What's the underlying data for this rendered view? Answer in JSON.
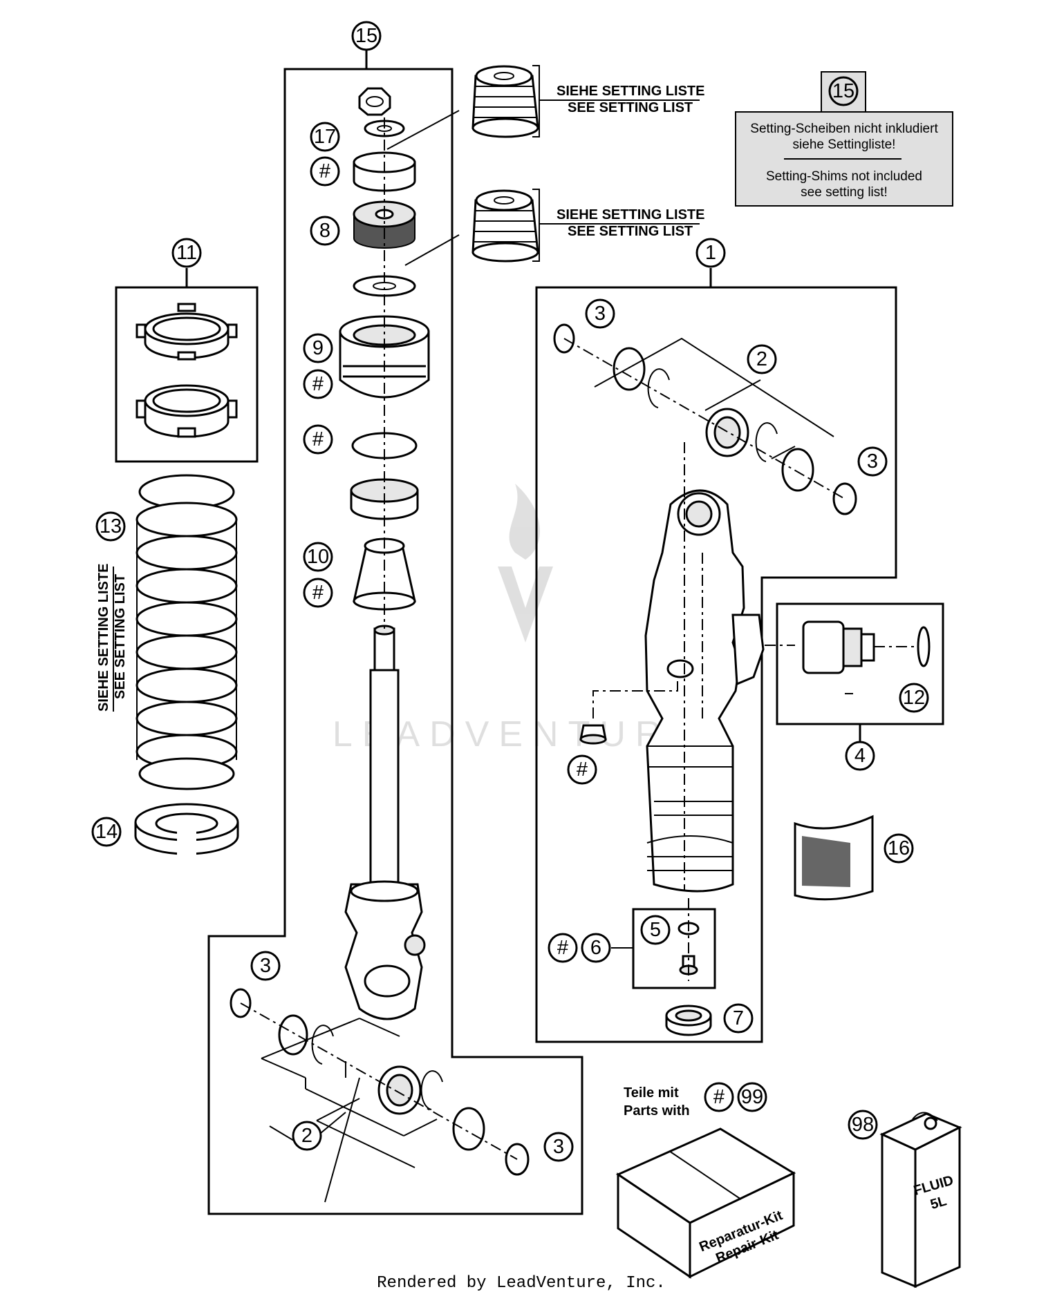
{
  "callouts": [
    {
      "id": "c15-top",
      "text": "15"
    },
    {
      "id": "c17",
      "text": "17"
    },
    {
      "id": "c-hash-17",
      "text": "#"
    },
    {
      "id": "c8",
      "text": "8"
    },
    {
      "id": "c9",
      "text": "9"
    },
    {
      "id": "c-hash-9",
      "text": "#"
    },
    {
      "id": "c-hash-ring",
      "text": "#"
    },
    {
      "id": "c10",
      "text": "10"
    },
    {
      "id": "c-hash-10",
      "text": "#"
    },
    {
      "id": "c11",
      "text": "11"
    },
    {
      "id": "c13",
      "text": "13"
    },
    {
      "id": "c14",
      "text": "14"
    },
    {
      "id": "c1",
      "text": "1"
    },
    {
      "id": "c3-a",
      "text": "3"
    },
    {
      "id": "c2-a",
      "text": "2"
    },
    {
      "id": "c3-b",
      "text": "3"
    },
    {
      "id": "c12",
      "text": "12"
    },
    {
      "id": "c4",
      "text": "4"
    },
    {
      "id": "c-hash-valve",
      "text": "#"
    },
    {
      "id": "c16",
      "text": "16"
    },
    {
      "id": "c5",
      "text": "5"
    },
    {
      "id": "c-hash-6",
      "text": "#"
    },
    {
      "id": "c6",
      "text": "6"
    },
    {
      "id": "c7",
      "text": "7"
    },
    {
      "id": "c3-c",
      "text": "3"
    },
    {
      "id": "c2-b",
      "text": "2"
    },
    {
      "id": "c3-d",
      "text": "3"
    },
    {
      "id": "c-hash-99",
      "text": "#"
    },
    {
      "id": "c99",
      "text": "99"
    },
    {
      "id": "c98",
      "text": "98"
    }
  ],
  "labels": {
    "setting_de_1": "SIEHE SETTING LISTE",
    "setting_en_1": "SEE SETTING LIST",
    "setting_de_2": "SIEHE SETTING LISTE",
    "setting_en_2": "SEE SETTING LIST",
    "spring_de": "SIEHE SETTING LISTE",
    "spring_en": "SEE SETTING LIST",
    "parts_de": "Teile mit",
    "parts_en": "Parts with"
  },
  "note_box": {
    "callout": "15",
    "line_de_1": "Setting-Scheiben nicht inkludiert",
    "line_de_2": "siehe Settingliste!",
    "line_en_1": "Setting-Shims not included",
    "line_en_2": "see setting list!"
  },
  "kit_box": {
    "line1": "Reparatur-Kit",
    "line2": "Repair-Kit"
  },
  "fluid_can": {
    "line1": "FLUID",
    "line2": "5L"
  },
  "watermark": "LEADVENTURE",
  "footer": "Rendered by LeadVenture, Inc."
}
